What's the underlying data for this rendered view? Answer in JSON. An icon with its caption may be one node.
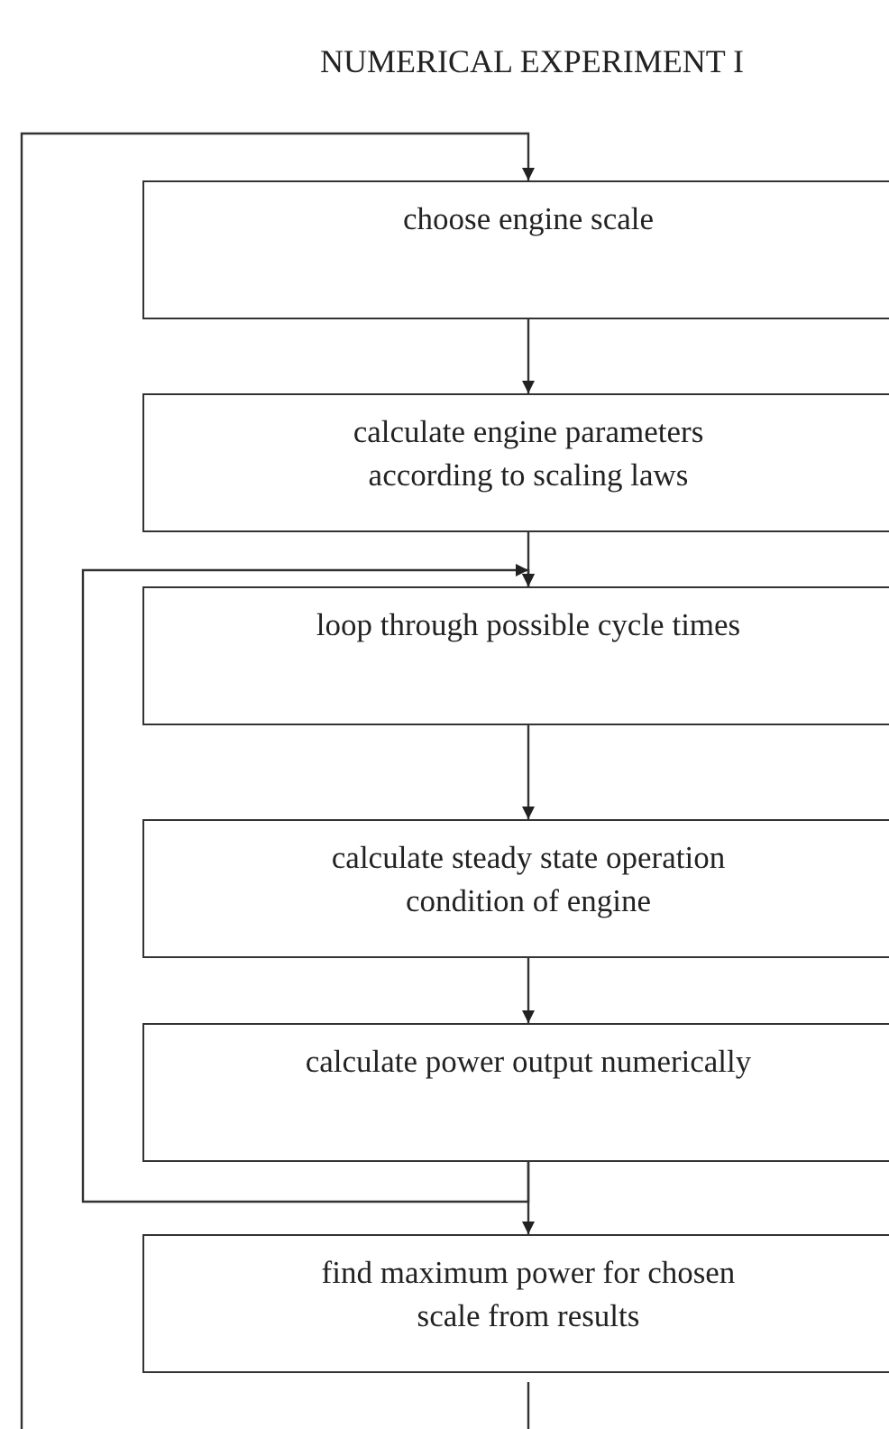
{
  "diagram": {
    "title": "NUMERICAL EXPERIMENT I",
    "nodes": [
      {
        "text": [
          "choose engine scale"
        ]
      },
      {
        "text": [
          "calculate engine parameters according to scaling laws"
        ]
      },
      {
        "text": [
          "loop through possible cycle times"
        ]
      },
      {
        "text": [
          "calculate steady state operation condition of engine"
        ]
      },
      {
        "text": [
          "calculate power output numerically"
        ]
      },
      {
        "text": [
          "find maximum power for chosen scale from results"
        ]
      }
    ],
    "edges": [
      {
        "from": 0,
        "to": 1,
        "arrow": "to"
      },
      {
        "from": 1,
        "to": 2,
        "arrow": "to"
      },
      {
        "from": 2,
        "to": 3,
        "arrow": "to"
      },
      {
        "from": 3,
        "to": 4,
        "arrow": "to"
      },
      {
        "from": 4,
        "to": 5,
        "arrow": "to"
      },
      {
        "from": 4,
        "to": 2,
        "arrow": "to"
      },
      {
        "from": 5,
        "to": 0,
        "arrow": "to"
      }
    ]
  }
}
